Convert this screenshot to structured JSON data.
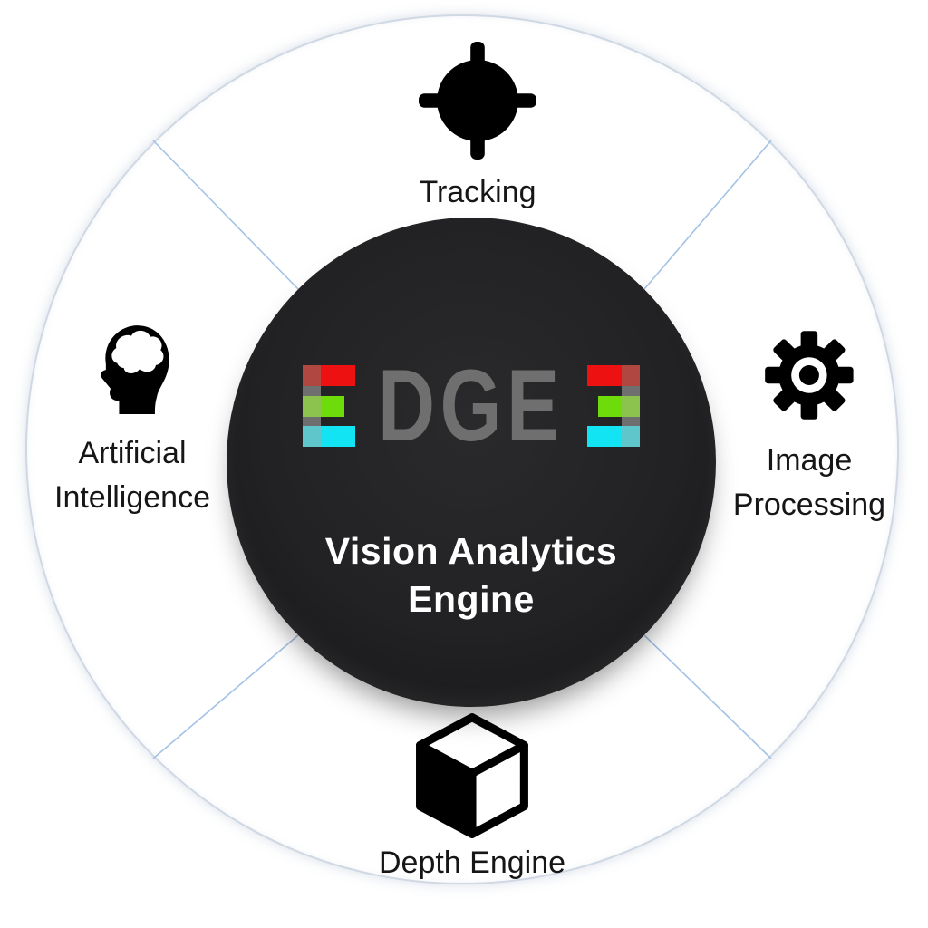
{
  "title": "EDGE3 Vision Analytics Engine diagram",
  "center": {
    "logo_text": "EDGE3",
    "logo_mid_letters": "DGE",
    "logo_bar_colors": {
      "top": "#ee1111",
      "middle": "#6edc0a",
      "bottom": "#12e4f4"
    },
    "logo_letter_color": "#6f6f6f",
    "subtitle_lines": {
      "0": "Vision Analytics",
      "1": "Engine"
    },
    "circle_color": "#1e1f21",
    "text_color": "#ffffff"
  },
  "segments": [
    {
      "id": "tracking",
      "icon": "target-icon",
      "position": "top",
      "lines": {
        "0": "Tracking"
      }
    },
    {
      "id": "image-processing",
      "icon": "gear-icon",
      "position": "right",
      "lines": {
        "0": "Image",
        "1": "Processing"
      }
    },
    {
      "id": "depth-engine",
      "icon": "cube-icon",
      "position": "bottom",
      "lines": {
        "0": "Depth Engine"
      }
    },
    {
      "id": "artificial-intelligence",
      "icon": "brain-head-icon",
      "position": "left",
      "lines": {
        "0": "Artificial",
        "1": "Intelligence"
      }
    }
  ],
  "colors": {
    "divider_line": "#a3c2e5",
    "outer_ring_border": "#cfd8e3",
    "label_text": "#161616",
    "background": "#ffffff"
  }
}
